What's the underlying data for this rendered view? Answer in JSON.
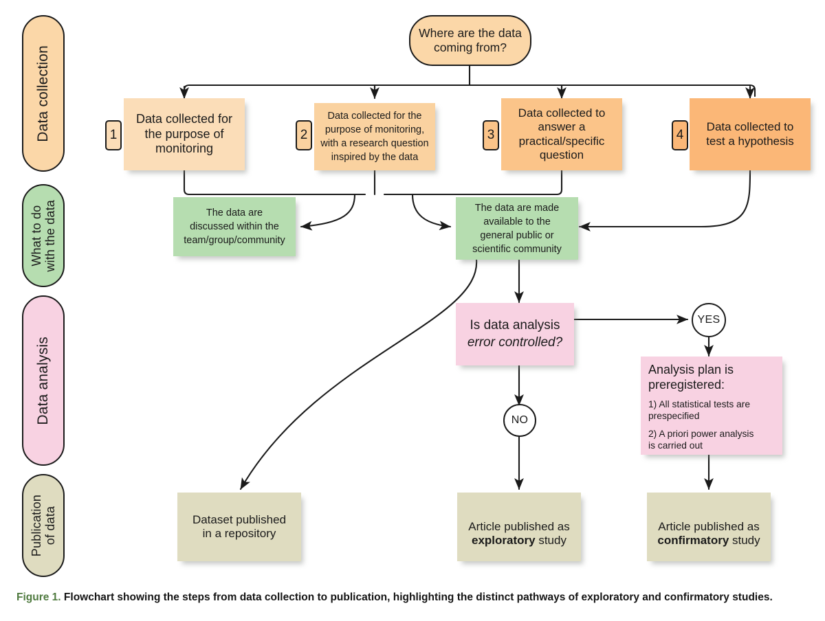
{
  "figure": {
    "caption_number": "Figure 1.",
    "caption_text": "Flowchart showing the steps from data collection to publication, highlighting the distinct pathways of exploratory and confirmatory studies."
  },
  "colors": {
    "orange_lane": "#FBD7A8",
    "orange_1": "#FBDDB8",
    "orange_2": "#FAD2A0",
    "orange_3": "#FBC489",
    "orange_4": "#FBB777",
    "green": "#B6DDB0",
    "pink": "#F8D2E2",
    "beige": "#DFDCC0",
    "stroke": "#1a1a1a",
    "caption_accent": "#4f7a3f"
  },
  "lanes": [
    {
      "id": "data-collection",
      "label": "Data collection",
      "fill": "#FBD7A8"
    },
    {
      "id": "what-to-do",
      "label": "What to do\nwith the data",
      "fill": "#B6DDB0"
    },
    {
      "id": "data-analysis",
      "label": "Data analysis",
      "fill": "#F8D2E2"
    },
    {
      "id": "publication",
      "label": "Publication\nof data",
      "fill": "#DFDCC0"
    }
  ],
  "start_node": {
    "line1": "Where are the data",
    "line2": "coming from?"
  },
  "collection_boxes": [
    {
      "num": "1",
      "text": "Data collected for\nthe purpose of\nmonitoring",
      "fill": "#FBDDB8",
      "fontsize": "18px"
    },
    {
      "num": "2",
      "text": "Data collected for the\npurpose of monitoring,\nwith a research question\ninspired by the data",
      "fill": "#FAD2A0",
      "fontsize": "14.5px"
    },
    {
      "num": "3",
      "text": "Data collected to\nanswer a\npractical/specific\nquestion",
      "fill": "#FBC489",
      "fontsize": "17px"
    },
    {
      "num": "4",
      "text": "Data collected to\ntest a hypothesis",
      "fill": "#FBB777",
      "fontsize": "17px"
    }
  ],
  "data_use_boxes": [
    {
      "id": "discussed-internally",
      "text": "The data are\ndiscussed within the\nteam/group/community",
      "fill": "#B6DDB0",
      "fontsize": "14.5px"
    },
    {
      "id": "made-public",
      "text": "The data are made\navailable to the\ngeneral public or\nscientific community",
      "fill": "#B6DDB0",
      "fontsize": "14.5px"
    }
  ],
  "decision": {
    "line1": "Is data analysis",
    "line2": "error controlled?",
    "fill": "#F8D2E2",
    "yes_label": "YES",
    "no_label": "NO"
  },
  "prereg_box": {
    "heading": "Analysis plan is\npreregistered:",
    "item1": "1) All statistical tests are\nprespecified",
    "item2": "2) A priori power analysis\nis carried out",
    "fill": "#F8D2E2"
  },
  "publication_boxes": [
    {
      "id": "dataset-repository",
      "pre": "Dataset published\nin a repository",
      "strong": "",
      "post": "",
      "fill": "#DFDCC0"
    },
    {
      "id": "exploratory-article",
      "pre": "Article published as\n",
      "strong": "exploratory",
      "post": " study",
      "fill": "#DFDCC0"
    },
    {
      "id": "confirmatory-article",
      "pre": "Article published as\n",
      "strong": "confirmatory",
      "post": " study",
      "fill": "#DFDCC0"
    }
  ]
}
